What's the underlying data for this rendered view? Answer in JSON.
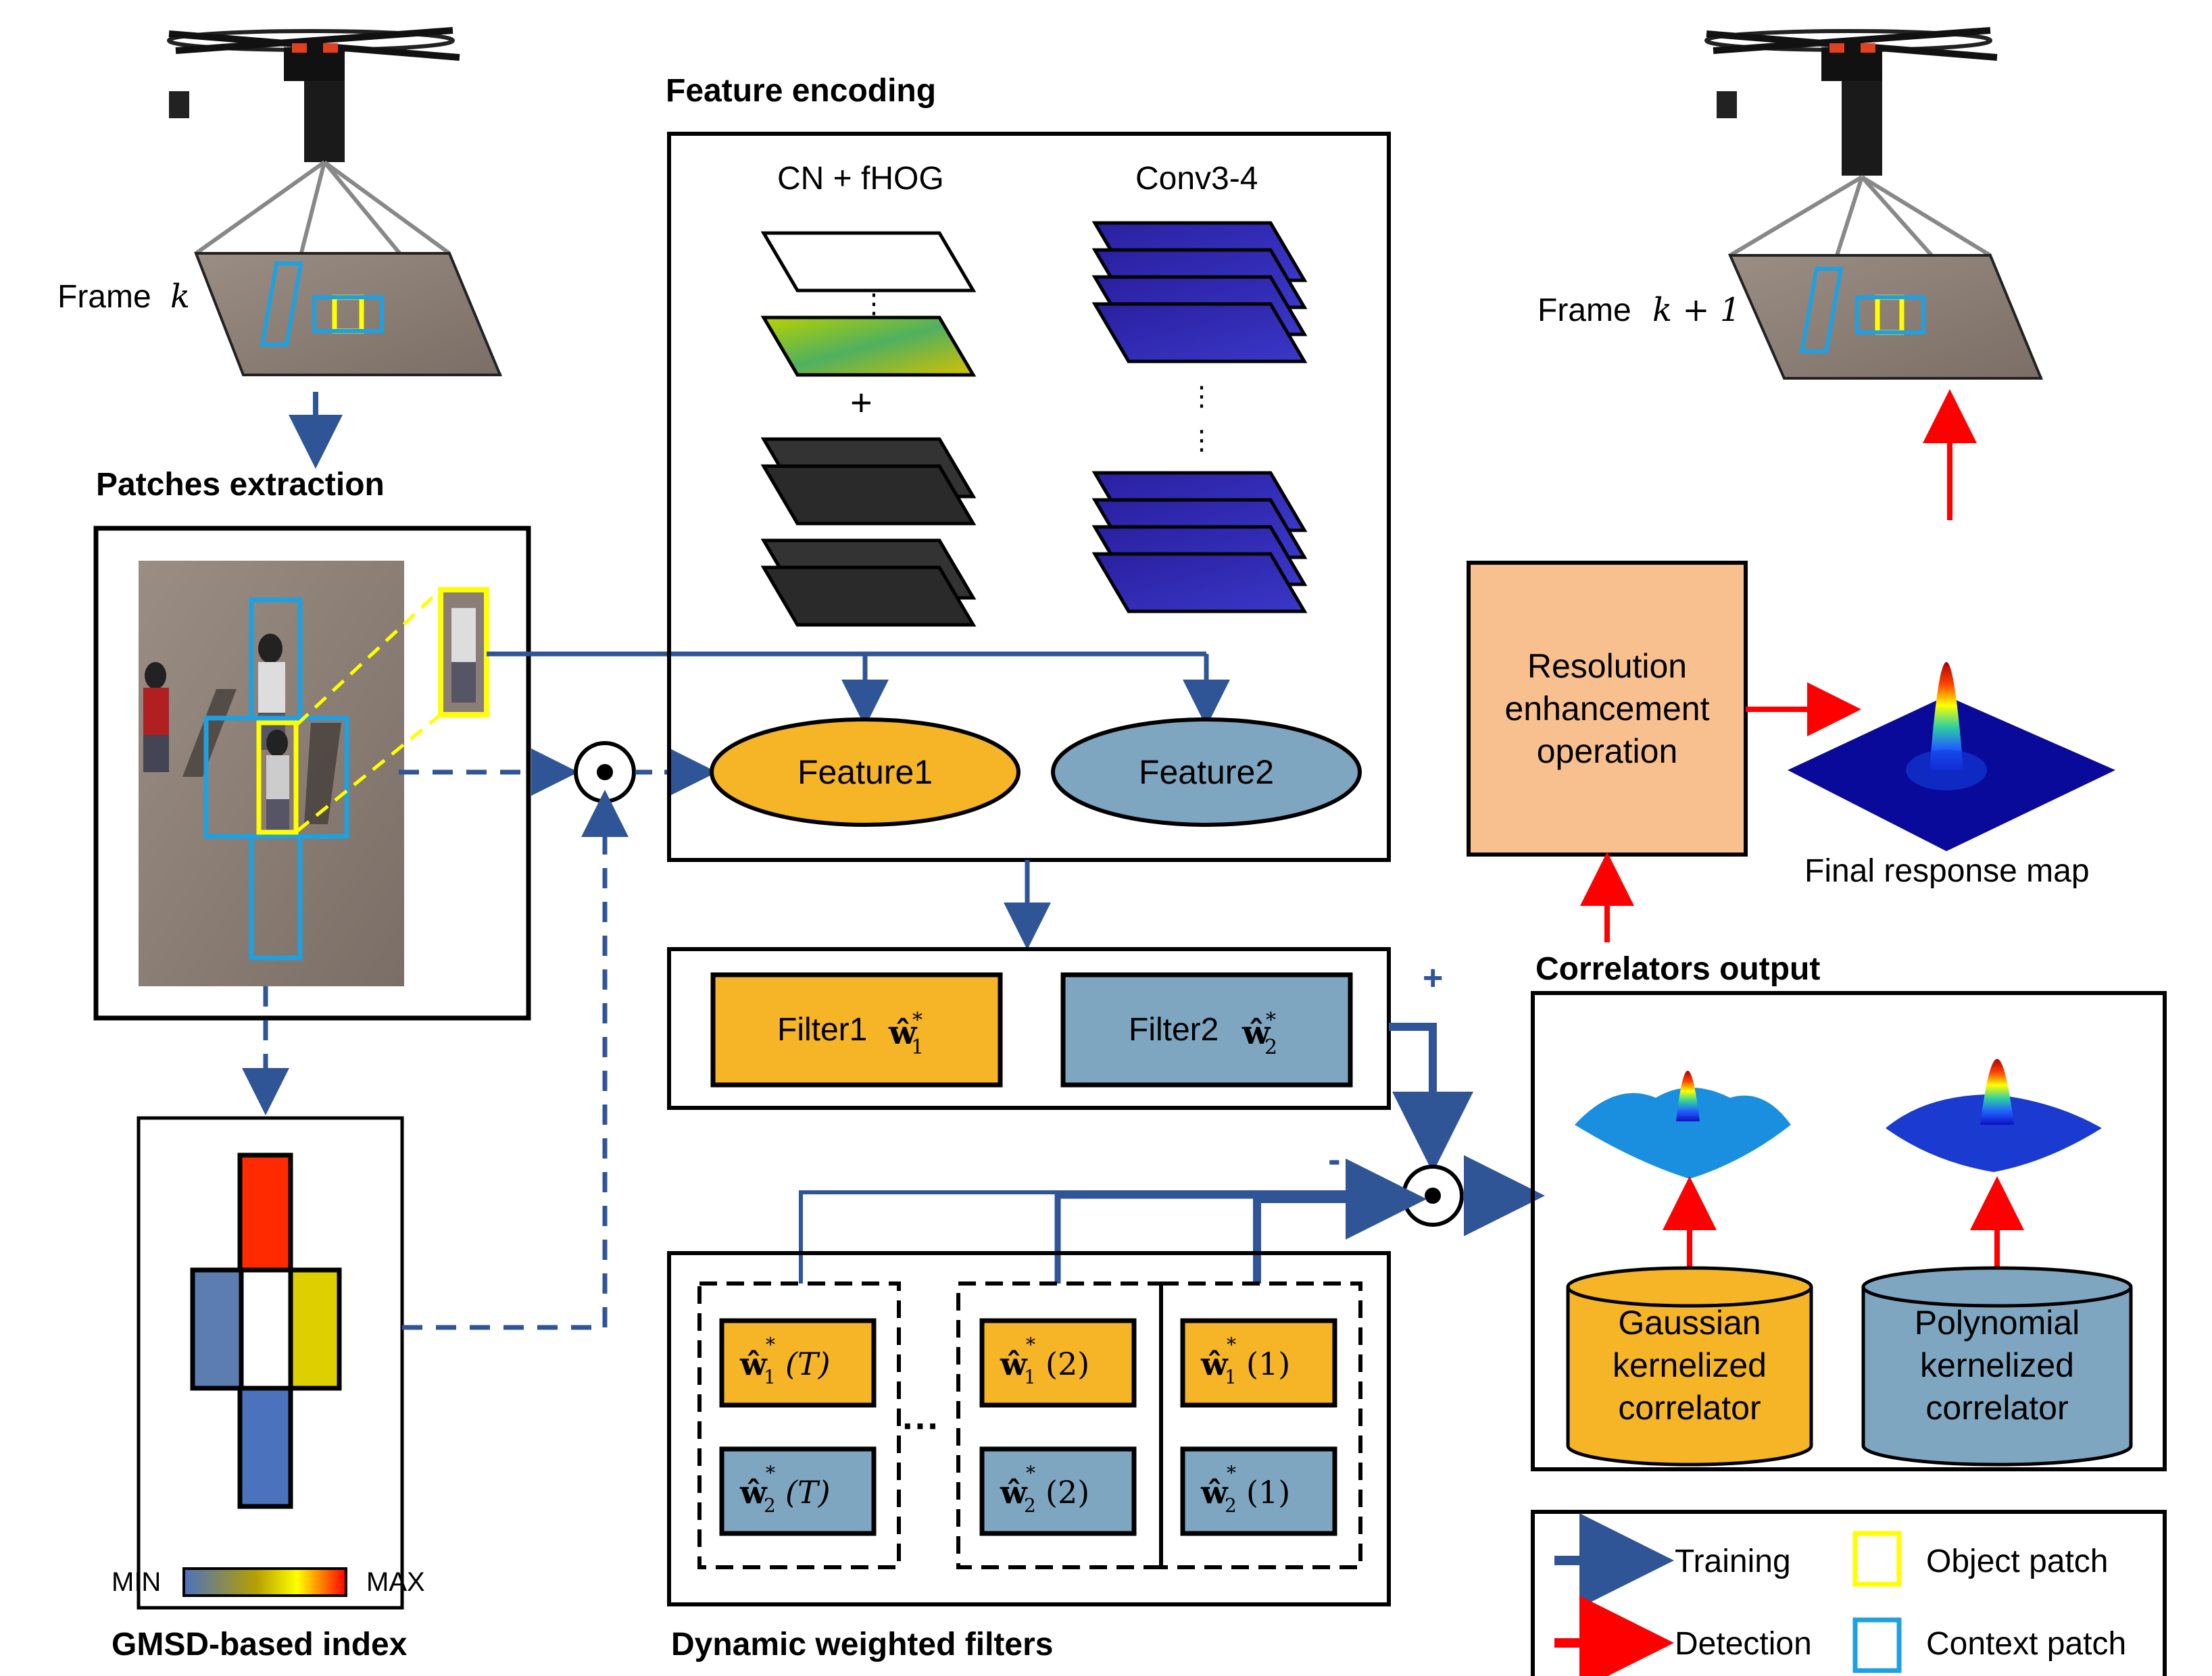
{
  "titles": {
    "feature_encoding": "Feature encoding",
    "patches_extraction": "Patches extraction",
    "gmsd_index": "GMSD-based index",
    "dynamic_filters": "Dynamic weighted filters",
    "correlators_output": "Correlators output",
    "final_response": "Final response map"
  },
  "frames": {
    "frame_k_word": "Frame",
    "frame_k_var": "k",
    "frame_k1_word": "Frame",
    "frame_k1_var": "k + 1"
  },
  "feature_encoding": {
    "col1_label": "CN + fHOG",
    "col2_label": "Conv3-4",
    "plus": "+",
    "feature1": "Feature1",
    "feature2": "Feature2"
  },
  "filters": {
    "filter1_label": "Filter1",
    "filter2_label": "Filter2",
    "plus_sign": "+",
    "minus_sign": "-"
  },
  "dynamic": {
    "w1_T": "(T)",
    "w2_T": "(T)",
    "w1_2": "(2)",
    "w2_2": "(2)",
    "w1_1": "(1)",
    "w2_1": "(1)",
    "ellipsis": "···"
  },
  "resolution": {
    "line1": "Resolution",
    "line2": "enhancement",
    "line3": "operation"
  },
  "correlators": {
    "gaussian": [
      "Gaussian",
      "kernelized",
      "correlator"
    ],
    "polynomial": [
      "Polynomial",
      "kernelized",
      "correlator"
    ]
  },
  "gmsd": {
    "min": "MIN",
    "max": "MAX"
  },
  "legend": {
    "training": "Training",
    "detection": "Detection",
    "object_patch": "Object patch",
    "context_patch": "Context patch"
  },
  "colors": {
    "training_blue": "#2f5597",
    "detection_red": "#ff0000",
    "feature1_fill": "#f5b526",
    "feature2_fill": "#7ea6c0",
    "resolution_fill": "#f9c08f",
    "object_patch": "#ffff00",
    "context_patch": "#1fa0e0",
    "gmsd_top": "#ff2a00",
    "gmsd_left": "#5b7db0",
    "gmsd_right": "#ddcf00",
    "gmsd_bottom": "#4a72bd"
  }
}
